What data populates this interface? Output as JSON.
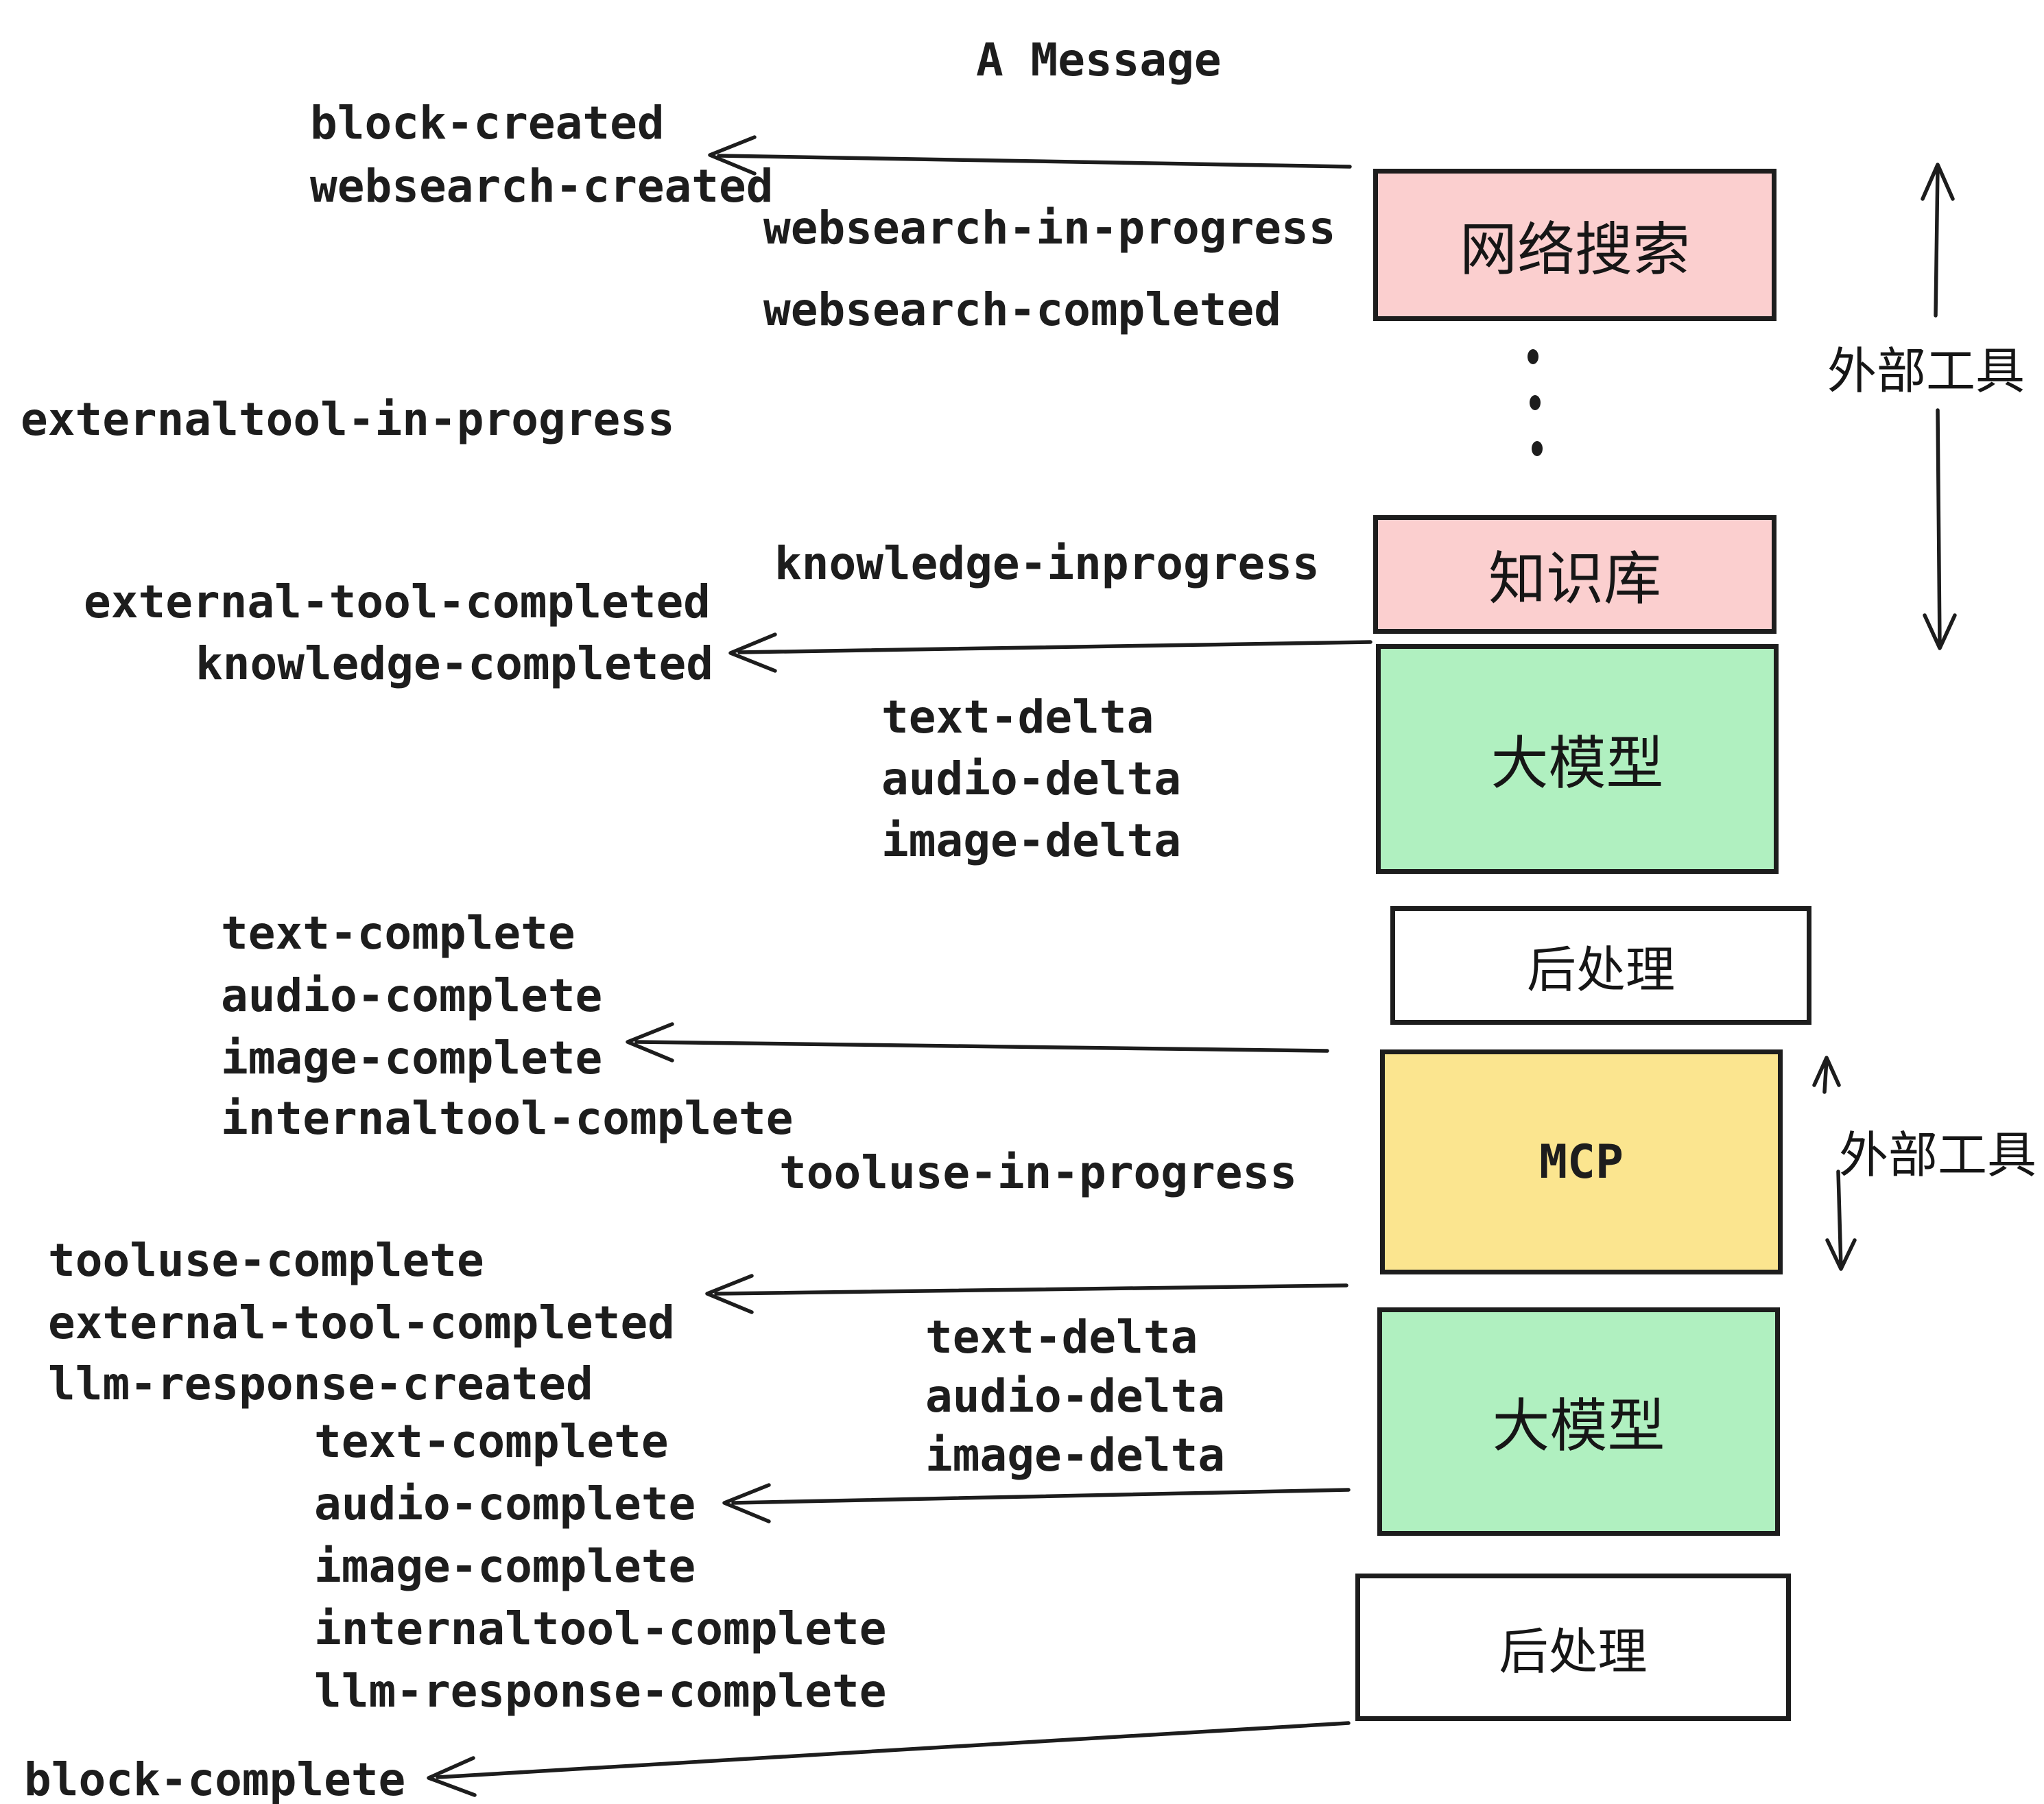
{
  "title": "A Message",
  "events": [
    {
      "text": "block-created"
    },
    {
      "text": "websearch-created"
    },
    {
      "text": "websearch-in-progress"
    },
    {
      "text": "websearch-completed"
    },
    {
      "text": "externaltool-in-progress"
    },
    {
      "text": "knowledge-inprogress"
    },
    {
      "text": "external-tool-completed"
    },
    {
      "text": "knowledge-completed"
    },
    {
      "text": "text-delta"
    },
    {
      "text": "audio-delta"
    },
    {
      "text": "image-delta"
    },
    {
      "text": "text-complete"
    },
    {
      "text": "audio-complete"
    },
    {
      "text": "image-complete"
    },
    {
      "text": "internaltool-complete"
    },
    {
      "text": "tooluse-in-progress"
    },
    {
      "text": "tooluse-complete"
    },
    {
      "text": "external-tool-completed"
    },
    {
      "text": "llm-response-created"
    },
    {
      "text": "text-delta"
    },
    {
      "text": "audio-delta"
    },
    {
      "text": "image-delta"
    },
    {
      "text": "text-complete"
    },
    {
      "text": "audio-complete"
    },
    {
      "text": "image-complete"
    },
    {
      "text": "internaltool-complete"
    },
    {
      "text": "llm-response-complete"
    },
    {
      "text": "block-complete"
    }
  ],
  "boxes": [
    {
      "label": "网络搜索",
      "color": "#FBCFCF"
    },
    {
      "label": "知识库",
      "color": "#FBCFCF"
    },
    {
      "label": "大模型",
      "color": "#B0F0C0"
    },
    {
      "label": "后处理",
      "color": "#FFFFFF"
    },
    {
      "label": "MCP",
      "color": "#FBE58F"
    },
    {
      "label": "大模型",
      "color": "#B0F0C0"
    },
    {
      "label": "后处理",
      "color": "#FFFFFF"
    }
  ],
  "side_labels": [
    {
      "text": "外部工具"
    },
    {
      "text": "外部工具"
    }
  ],
  "colors": {
    "ink": "#1D1D1D",
    "pink": "#FBCFCF",
    "green": "#B0F0C0",
    "yellow": "#FBE58F",
    "white": "#FFFFFF",
    "background": "#FFFFFF"
  }
}
